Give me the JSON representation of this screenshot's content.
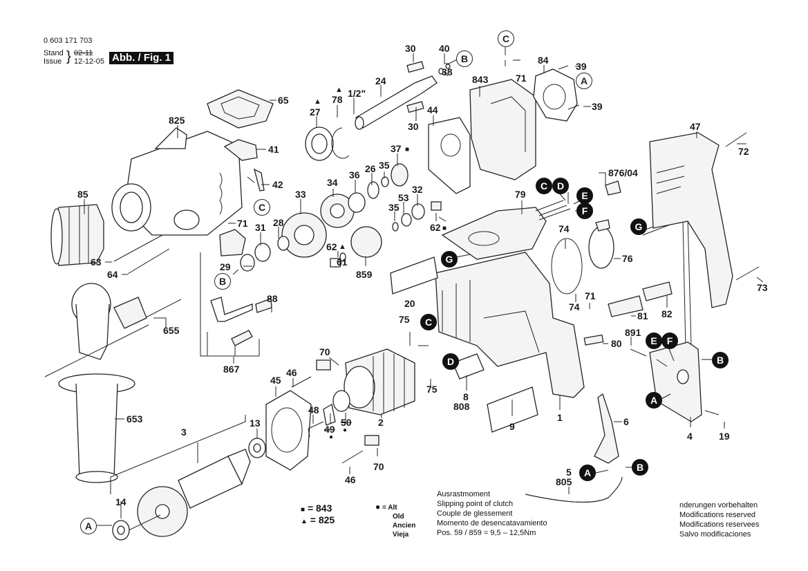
{
  "header": {
    "part_number": "0 603 171 703",
    "stand_label": "Stand",
    "issue_label": "Issue",
    "stand_value_struck": "02-11",
    "issue_value": "12-12-05",
    "figure_label": "Abb. / Fig. 1"
  },
  "callouts": [
    {
      "id": "c30a",
      "text": "30"
    },
    {
      "id": "c40",
      "text": "40"
    },
    {
      "id": "c24",
      "text": "24"
    },
    {
      "id": "c38",
      "text": "38"
    },
    {
      "id": "c843",
      "text": "843"
    },
    {
      "id": "c71a",
      "text": "71"
    },
    {
      "id": "c84",
      "text": "84"
    },
    {
      "id": "c39a",
      "text": "39"
    },
    {
      "id": "c39b",
      "text": "39"
    },
    {
      "id": "c65",
      "text": "65"
    },
    {
      "id": "c27",
      "text": "27"
    },
    {
      "id": "c78",
      "text": "78"
    },
    {
      "id": "c12",
      "text": "1/2\""
    },
    {
      "id": "c30b",
      "text": "30"
    },
    {
      "id": "c44",
      "text": "44"
    },
    {
      "id": "c825",
      "text": "825"
    },
    {
      "id": "c41",
      "text": "41"
    },
    {
      "id": "c42",
      "text": "42"
    },
    {
      "id": "c37",
      "text": "37"
    },
    {
      "id": "c36",
      "text": "36"
    },
    {
      "id": "c26",
      "text": "26"
    },
    {
      "id": "c35a",
      "text": "35"
    },
    {
      "id": "c34",
      "text": "34"
    },
    {
      "id": "c33",
      "text": "33"
    },
    {
      "id": "c85",
      "text": "85"
    },
    {
      "id": "c71b",
      "text": "71"
    },
    {
      "id": "c31",
      "text": "31"
    },
    {
      "id": "c28",
      "text": "28"
    },
    {
      "id": "c53",
      "text": "53"
    },
    {
      "id": "c32",
      "text": "32"
    },
    {
      "id": "c35b",
      "text": "35"
    },
    {
      "id": "c62a",
      "text": "62"
    },
    {
      "id": "c62b",
      "text": "62"
    },
    {
      "id": "c61",
      "text": "61"
    },
    {
      "id": "c859",
      "text": "859"
    },
    {
      "id": "c63",
      "text": "63"
    },
    {
      "id": "c64",
      "text": "64"
    },
    {
      "id": "c29",
      "text": "29"
    },
    {
      "id": "c79",
      "text": "79"
    },
    {
      "id": "c876",
      "text": "876/04"
    },
    {
      "id": "c47",
      "text": "47"
    },
    {
      "id": "c72",
      "text": "72"
    },
    {
      "id": "c74a",
      "text": "74"
    },
    {
      "id": "c76",
      "text": "76"
    },
    {
      "id": "c74b",
      "text": "74"
    },
    {
      "id": "c71c",
      "text": "71"
    },
    {
      "id": "c73",
      "text": "73"
    },
    {
      "id": "c82",
      "text": "82"
    },
    {
      "id": "c81",
      "text": "81"
    },
    {
      "id": "c80",
      "text": "80"
    },
    {
      "id": "c891",
      "text": "891"
    },
    {
      "id": "c88",
      "text": "88"
    },
    {
      "id": "c655",
      "text": "655"
    },
    {
      "id": "c867",
      "text": "867"
    },
    {
      "id": "c20",
      "text": "20"
    },
    {
      "id": "c75a",
      "text": "75"
    },
    {
      "id": "c70a",
      "text": "70"
    },
    {
      "id": "c46a",
      "text": "46"
    },
    {
      "id": "c45",
      "text": "45"
    },
    {
      "id": "c75b",
      "text": "75"
    },
    {
      "id": "c8",
      "text": "8"
    },
    {
      "id": "c808",
      "text": "808"
    },
    {
      "id": "c9",
      "text": "9"
    },
    {
      "id": "c1",
      "text": "1"
    },
    {
      "id": "c6",
      "text": "6"
    },
    {
      "id": "c4",
      "text": "4"
    },
    {
      "id": "c19",
      "text": "19"
    },
    {
      "id": "c653",
      "text": "653"
    },
    {
      "id": "c3",
      "text": "3"
    },
    {
      "id": "c13",
      "text": "13"
    },
    {
      "id": "c48",
      "text": "48"
    },
    {
      "id": "c49",
      "text": "49"
    },
    {
      "id": "c50",
      "text": "50"
    },
    {
      "id": "c2",
      "text": "2"
    },
    {
      "id": "c70b",
      "text": "70"
    },
    {
      "id": "c46b",
      "text": "46"
    },
    {
      "id": "c14",
      "text": "14"
    },
    {
      "id": "c5",
      "text": "5"
    },
    {
      "id": "c805",
      "text": "805"
    }
  ],
  "markers": {
    "square": "■",
    "triangle": "▲",
    "dot": "●"
  },
  "connectors": {
    "outline": [
      {
        "id": "B1",
        "text": "B"
      },
      {
        "id": "C1",
        "text": "C"
      },
      {
        "id": "A1",
        "text": "A"
      },
      {
        "id": "C2",
        "text": "C"
      },
      {
        "id": "B2",
        "text": "B"
      },
      {
        "id": "A2",
        "text": "A"
      }
    ],
    "filled": [
      {
        "id": "C3",
        "text": "C"
      },
      {
        "id": "D1",
        "text": "D"
      },
      {
        "id": "E1",
        "text": "E"
      },
      {
        "id": "F1",
        "text": "F"
      },
      {
        "id": "G1",
        "text": "G"
      },
      {
        "id": "G2",
        "text": "G"
      },
      {
        "id": "C4",
        "text": "C"
      },
      {
        "id": "D2",
        "text": "D"
      },
      {
        "id": "E2",
        "text": "E"
      },
      {
        "id": "F2",
        "text": "F"
      },
      {
        "id": "B3",
        "text": "B"
      },
      {
        "id": "A3",
        "text": "A"
      },
      {
        "id": "A4",
        "text": "A"
      },
      {
        "id": "B4",
        "text": "B"
      }
    ]
  },
  "legend": {
    "square_eq": "= 843",
    "triangle_eq": "= 825",
    "dot_eq": "= Alt",
    "dot_lines": [
      "Old",
      "Ancien",
      "Vieja"
    ]
  },
  "clutch_note": {
    "lines": [
      "Ausrastmoment",
      "Slipping point of clutch",
      "Couple de glessement",
      "Momento de desencatavamiento",
      "Pos.  59 / 859  =   9,5 – 12,5Nm"
    ]
  },
  "modifications_note": {
    "lines": [
      "nderungen vorbehalten",
      "Modifications reserved",
      "Modifications reservees",
      "Salvo modificaciones"
    ]
  }
}
